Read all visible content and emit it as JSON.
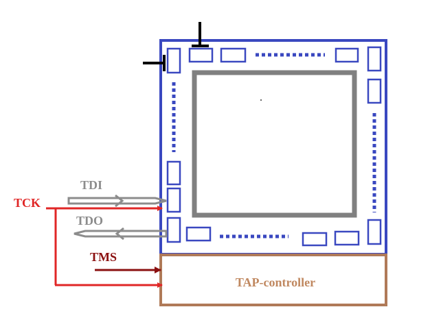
{
  "labels": {
    "tdi": "TDI",
    "tdo": "TDO",
    "tck": "TCK",
    "tms": "TMS",
    "tap_controller": "TAP-controller"
  },
  "colors": {
    "chip_border": "#3a48c0",
    "core": "#808080",
    "tdi": "#8c8c8c",
    "tdo": "#8c8c8c",
    "tck": "#e02626",
    "tms": "#8b1010",
    "tap_border": "#b07a58",
    "tap_text": "#c08860",
    "pin_marker": "#000000"
  }
}
